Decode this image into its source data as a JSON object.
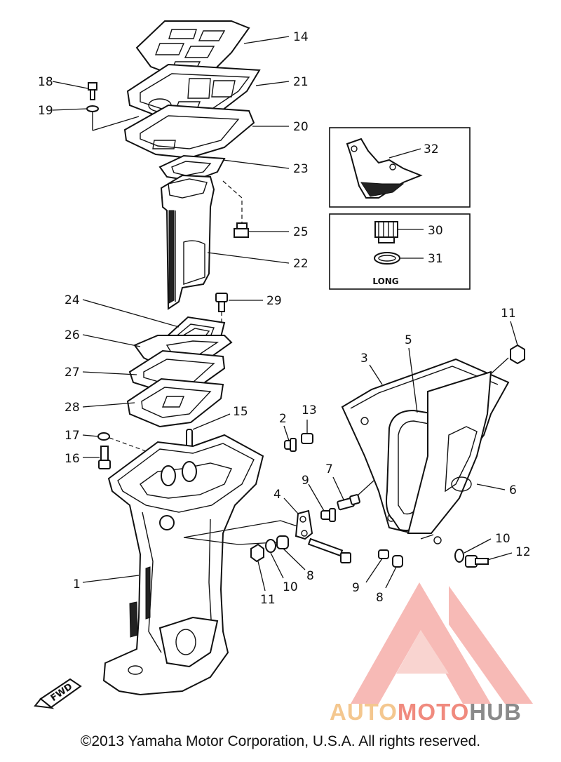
{
  "diagram": {
    "callouts": [
      {
        "id": "14",
        "label": "14"
      },
      {
        "id": "21",
        "label": "21"
      },
      {
        "id": "18",
        "label": "18"
      },
      {
        "id": "19",
        "label": "19"
      },
      {
        "id": "20",
        "label": "20"
      },
      {
        "id": "23",
        "label": "23"
      },
      {
        "id": "32",
        "label": "32"
      },
      {
        "id": "25",
        "label": "25"
      },
      {
        "id": "30",
        "label": "30"
      },
      {
        "id": "31",
        "label": "31"
      },
      {
        "id": "22",
        "label": "22"
      },
      {
        "id": "24",
        "label": "24"
      },
      {
        "id": "29",
        "label": "29"
      },
      {
        "id": "11a",
        "label": "11"
      },
      {
        "id": "26",
        "label": "26"
      },
      {
        "id": "5",
        "label": "5"
      },
      {
        "id": "3",
        "label": "3"
      },
      {
        "id": "27",
        "label": "27"
      },
      {
        "id": "28",
        "label": "28"
      },
      {
        "id": "15",
        "label": "15"
      },
      {
        "id": "2",
        "label": "2"
      },
      {
        "id": "13",
        "label": "13"
      },
      {
        "id": "17",
        "label": "17"
      },
      {
        "id": "16",
        "label": "16"
      },
      {
        "id": "7",
        "label": "7"
      },
      {
        "id": "9a",
        "label": "9"
      },
      {
        "id": "4",
        "label": "4"
      },
      {
        "id": "6",
        "label": "6"
      },
      {
        "id": "1",
        "label": "1"
      },
      {
        "id": "8a",
        "label": "8"
      },
      {
        "id": "10a",
        "label": "10"
      },
      {
        "id": "11b",
        "label": "11"
      },
      {
        "id": "10b",
        "label": "10"
      },
      {
        "id": "12",
        "label": "12"
      },
      {
        "id": "9b",
        "label": "9"
      },
      {
        "id": "8b",
        "label": "8"
      }
    ],
    "inset_long_label": "LONG",
    "fwd_label": "FWD"
  },
  "footer": {
    "copyright": "©2013 Yamaha Motor Corporation, U.S.A. All rights reserved."
  },
  "watermark": {
    "part1": "AUTO",
    "part2": "MOTO",
    "part3": "HUB",
    "colors": {
      "auto": "#f4c78f",
      "moto": "#f08a7e",
      "hub": "#8a8a8a",
      "triangle": "#f4a09a"
    }
  }
}
